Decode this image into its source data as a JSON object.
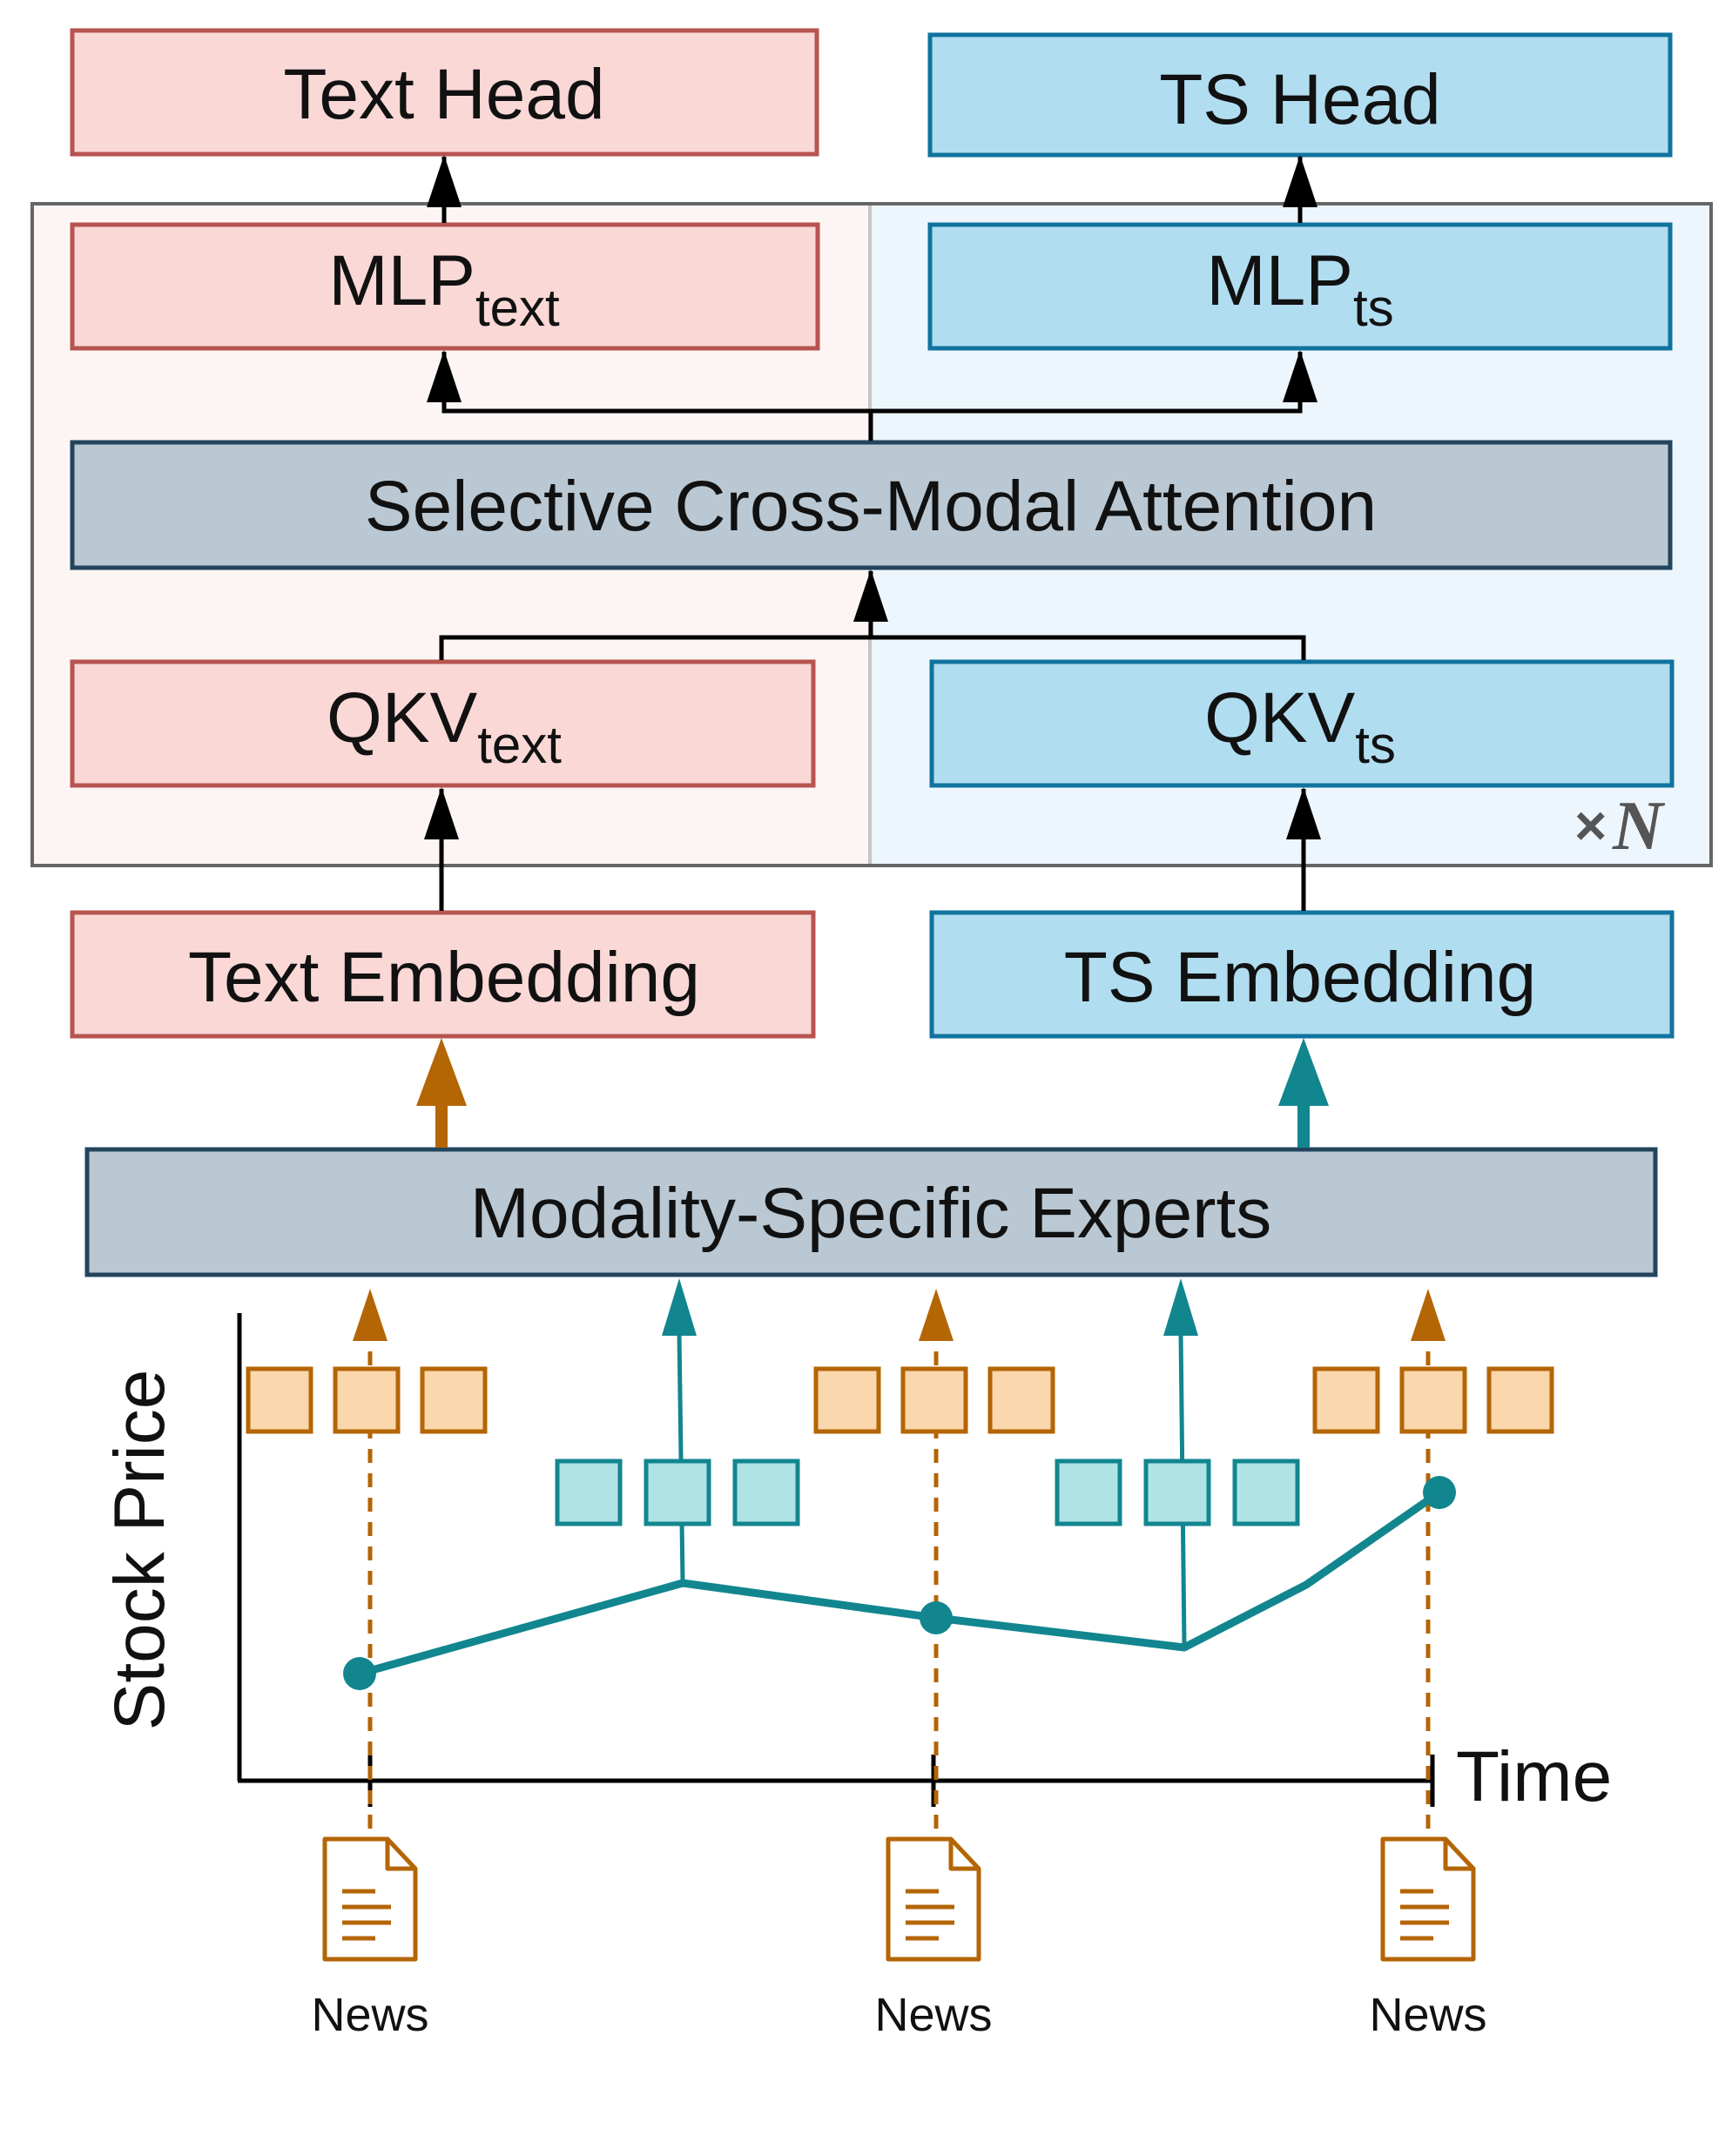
{
  "heads": {
    "text": "Text Head",
    "ts": "TS Head"
  },
  "block": {
    "mlp_text": {
      "main": "MLP",
      "sub": "text"
    },
    "mlp_ts": {
      "main": "MLP",
      "sub": "ts"
    },
    "attention": "Selective Cross-Modal Attention",
    "qkv_text": {
      "main": "QKV",
      "sub": "text"
    },
    "qkv_ts": {
      "main": "QKV",
      "sub": "ts"
    },
    "repeat_symbol": "×",
    "repeat_var": "N"
  },
  "embeddings": {
    "text": "Text Embedding",
    "ts": "TS Embedding"
  },
  "experts": "Modality-Specific Experts",
  "plot": {
    "ylabel": "Stock Price",
    "xlabel": "Time",
    "news_labels": [
      "News",
      "News",
      "News"
    ]
  },
  "colors": {
    "text_fill": "#f9d8d6",
    "text_stroke": "#b85450",
    "ts_fill": "#b1ddf0",
    "ts_stroke": "#10739e",
    "gray_fill": "#bac8d3",
    "gray_stroke": "#23445d",
    "orange": "#b46504",
    "orange_fill": "#fad7ac",
    "teal": "#12868f",
    "teal_fill": "#b0e3e6",
    "text_panel": "#fdf5f4",
    "ts_panel": "#eef6fd"
  }
}
